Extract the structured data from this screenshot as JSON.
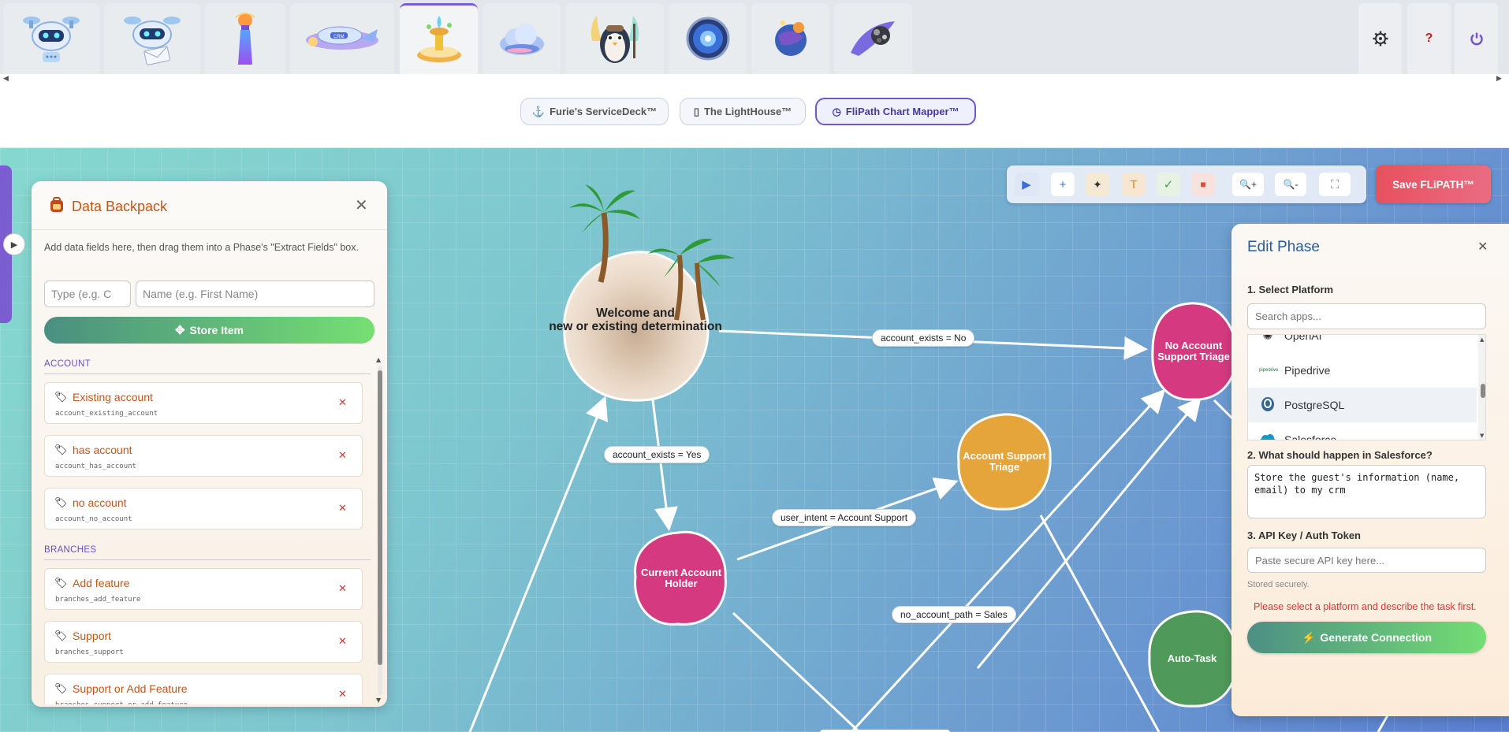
{
  "app_tabs": [
    {
      "icon": "robot-drone-chat-icon"
    },
    {
      "icon": "robot-drone-mail-icon"
    },
    {
      "icon": "lighthouse-tower-icon"
    },
    {
      "icon": "crm-airship-icon"
    },
    {
      "icon": "island-fountain-icon"
    },
    {
      "icon": "cloud-icon"
    },
    {
      "icon": "penguin-pilot-icon"
    },
    {
      "icon": "galaxy-orb-icon"
    },
    {
      "icon": "planet-sparkle-icon"
    },
    {
      "icon": "winged-cluster-icon"
    }
  ],
  "active_app_tab": 4,
  "system_buttons": {
    "settings": "gear-icon",
    "help": "?",
    "power": "power-icon"
  },
  "product_nav": [
    {
      "icon": "⚓",
      "label": "Furie's ServiceDeck™"
    },
    {
      "icon": "▯",
      "label": "The LightHouse™"
    },
    {
      "icon": "◷",
      "label": "FliPath Chart Mapper™",
      "active": true
    }
  ],
  "backpack": {
    "title": "Data Backpack",
    "description": "Add data fields here, then drag them into a Phase's \"Extract Fields\" box.",
    "type_placeholder": "Type (e.g. C",
    "name_placeholder": "Name (e.g. First Name)",
    "store_label": "Store Item",
    "sections": [
      {
        "title": "ACCOUNT",
        "items": [
          {
            "label": "Existing account",
            "key": "account_existing_account"
          },
          {
            "label": "has account",
            "key": "account_has_account"
          },
          {
            "label": "no account",
            "key": "account_no_account"
          }
        ]
      },
      {
        "title": "BRANCHES",
        "items": [
          {
            "label": "Add feature",
            "key": "branches_add_feature"
          },
          {
            "label": "Support",
            "key": "branches_support"
          },
          {
            "label": "Support or Add Feature",
            "key": "branches_support_or_add_feature"
          }
        ]
      }
    ]
  },
  "toolbar": {
    "save_label": "Save FLiPATH™",
    "tools": [
      "▶",
      "+",
      "✨",
      "T",
      "✓",
      "■",
      "🔍+",
      "🔍-",
      "⛶"
    ]
  },
  "flow": {
    "nodes": {
      "welcome": "Welcome and\nnew or existing determination",
      "no_account": "No Account\nSupport Triage",
      "account_support": "Account Support\nTriage",
      "current_holder": "Current Account\nHolder",
      "auto_task": "Auto-Task"
    },
    "edges": {
      "account_exists_no": "account_exists = No",
      "account_exists_yes": "account_exists = Yes",
      "user_intent": "user_intent = Account Support",
      "no_account_path": "no_account_path = Sales"
    }
  },
  "edit_phase": {
    "title": "Edit Phase",
    "step1": "1. Select Platform",
    "search_placeholder": "Search apps...",
    "apps": [
      "OpenAI",
      "Pipedrive",
      "PostgreSQL",
      "Salesforce"
    ],
    "step2": "2. What should happen in Salesforce?",
    "task_text": "Store the guest's information (name, email) to my crm",
    "step3": "3. API Key / Auth Token",
    "key_placeholder": "Paste secure API key here...",
    "stored_note": "Stored securely.",
    "warning": "Please select a platform and describe the task first.",
    "generate_label": "Generate Connection"
  },
  "colors": {
    "accent_purple": "#7c5cd1",
    "brand_orange": "#c2561a",
    "node_pink": "#d53a80",
    "node_orange": "#e6a53a",
    "node_green": "#4f9a5a",
    "save_red": "#e8505e",
    "warning_red": "#d23a3a"
  }
}
